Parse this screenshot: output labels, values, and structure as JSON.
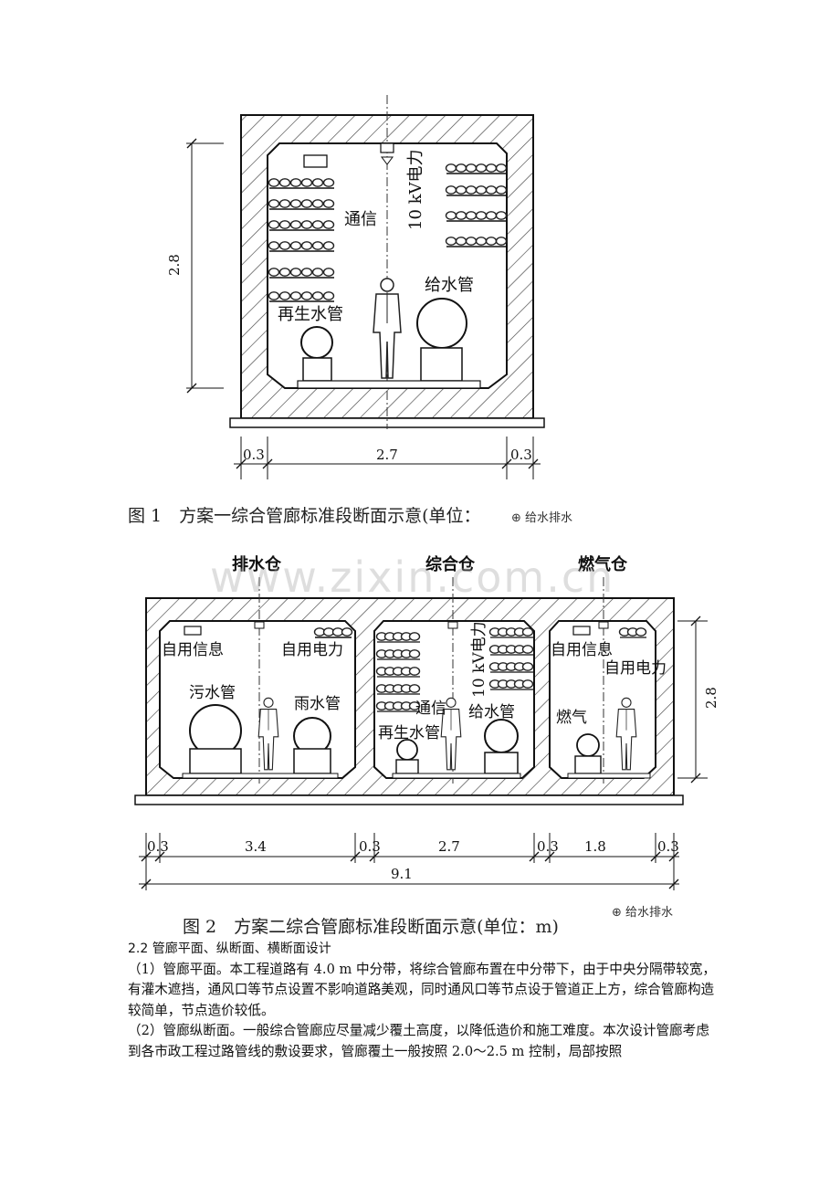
{
  "figure1": {
    "labels": {
      "power": "10 kV电力",
      "telecom": "通信",
      "water_supply": "给水管",
      "reclaimed": "再生水管",
      "height": "2.8"
    },
    "dims": [
      "0.3",
      "2.7",
      "0.3"
    ],
    "caption": "图 1　方案一综合管廊标准段断面示意(单位：",
    "wechat": "给水排水"
  },
  "figure2": {
    "titles": [
      "排水仓",
      "综合仓",
      "燃气仓"
    ],
    "labels": {
      "c1_info": "自用信息",
      "c1_power": "自用电力",
      "sewage": "污水管",
      "rain": "雨水管",
      "telecom": "通信",
      "power": "10 kV电力",
      "water_supply": "给水管",
      "reclaimed": "再生水管",
      "c3_info": "自用信息",
      "c3_power": "自用电力",
      "gas": "燃气",
      "height": "2.8"
    },
    "dims": [
      "0.3",
      "3.4",
      "0.3",
      "2.7",
      "0.3",
      "1.8",
      "0.3"
    ],
    "total": "9.1",
    "caption": "图 2　方案二综合管廊标准段断面示意(单位：m)",
    "wechat": "给水排水"
  },
  "watermark": "www.zixin.com.cn",
  "section": {
    "heading": "2.2 管廊平面、纵断面、横断面设计",
    "paragraphs": [
      "（1）管廊平面。本工程道路有 4.0 m 中分带，将综合管廊布置在中分带下，由于中央分隔带较宽，有灌木遮挡，通风口等节点设置不影响道路美观，同时通风口等节点设于管道正上方，综合管廊构造较简单，节点造价较低。",
      "（2）管廊纵断面。一般综合管廊应尽量减少覆土高度，以降低造价和施工难度。本次设计管廊考虑到各市政工程过路管线的敷设要求，管廊覆土一般按照 2.0～2.5 m 控制，局部按照"
    ]
  }
}
